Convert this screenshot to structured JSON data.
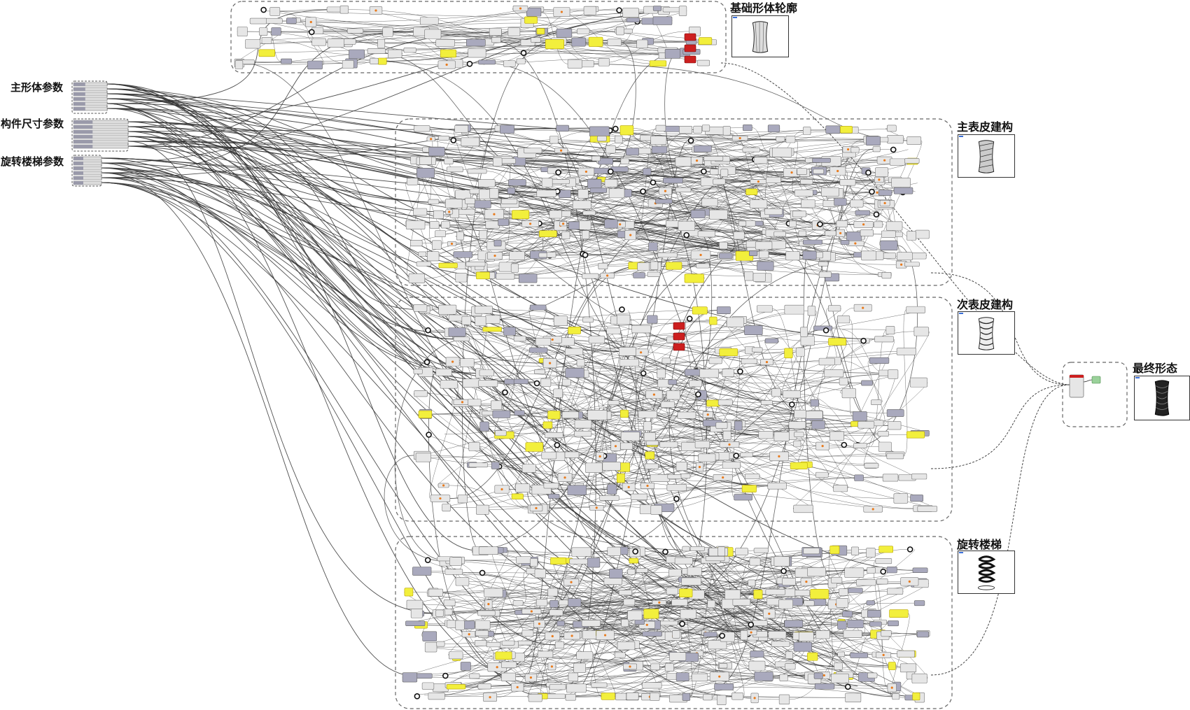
{
  "params": [
    {
      "id": "main-form",
      "label": "主形体参数"
    },
    {
      "id": "member-size",
      "label": "构件尺寸参数"
    },
    {
      "id": "spiral-stair",
      "label": "旋转楼梯参数"
    }
  ],
  "groups": [
    {
      "id": "base-contour",
      "label": "基础形体轮廓"
    },
    {
      "id": "primary-skin",
      "label": "主表皮建构"
    },
    {
      "id": "secondary-skin",
      "label": "次表皮建构"
    },
    {
      "id": "stair",
      "label": "旋转楼梯"
    },
    {
      "id": "final",
      "label": "最终形态"
    }
  ],
  "colors": {
    "node": "#e6e6e6",
    "node_dark": "#a9a9bd",
    "wire": "#333333",
    "warning_red": "#cc1f1f",
    "panel_yellow": "#f2ef3c",
    "group_border": "#666666"
  },
  "icons": [
    "component-node",
    "parameter-slider",
    "panel-node",
    "preview-thumbnail"
  ]
}
